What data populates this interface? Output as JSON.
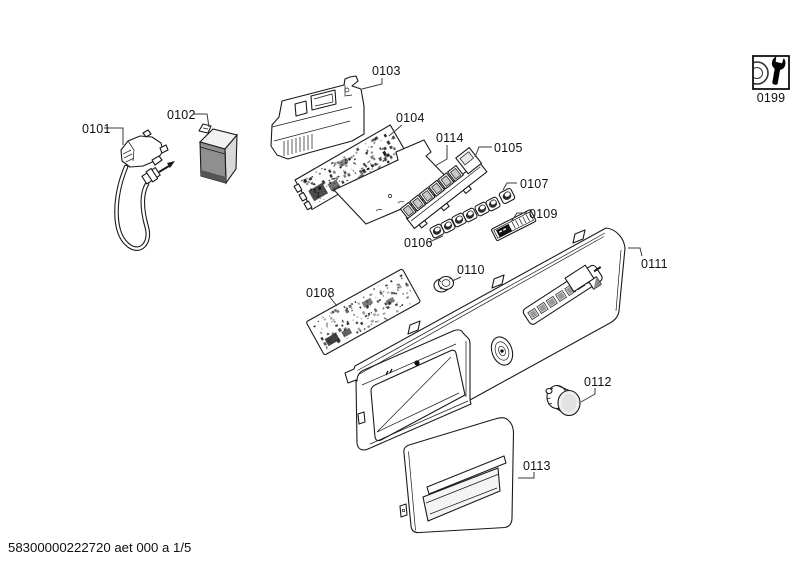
{
  "page": {
    "background": "#ffffff",
    "line_color": "#1a1a1a"
  },
  "footer": {
    "doc_code": "58300000222720 aet 000 a 1/5"
  },
  "parts": {
    "p0101": {
      "label": "0101"
    },
    "p0102": {
      "label": "0102"
    },
    "p0103": {
      "label": "0103"
    },
    "p0104": {
      "label": "0104"
    },
    "p0105": {
      "label": "0105"
    },
    "p0106": {
      "label": "0106"
    },
    "p0107": {
      "label": "0107"
    },
    "p0108": {
      "label": "0108"
    },
    "p0109": {
      "label": "0109"
    },
    "p0110": {
      "label": "0110"
    },
    "p0111": {
      "label": "0111"
    },
    "p0112": {
      "label": "0112"
    },
    "p0113": {
      "label": "0113"
    },
    "p0114": {
      "label": "0114"
    },
    "p0199": {
      "label": "0199"
    }
  }
}
